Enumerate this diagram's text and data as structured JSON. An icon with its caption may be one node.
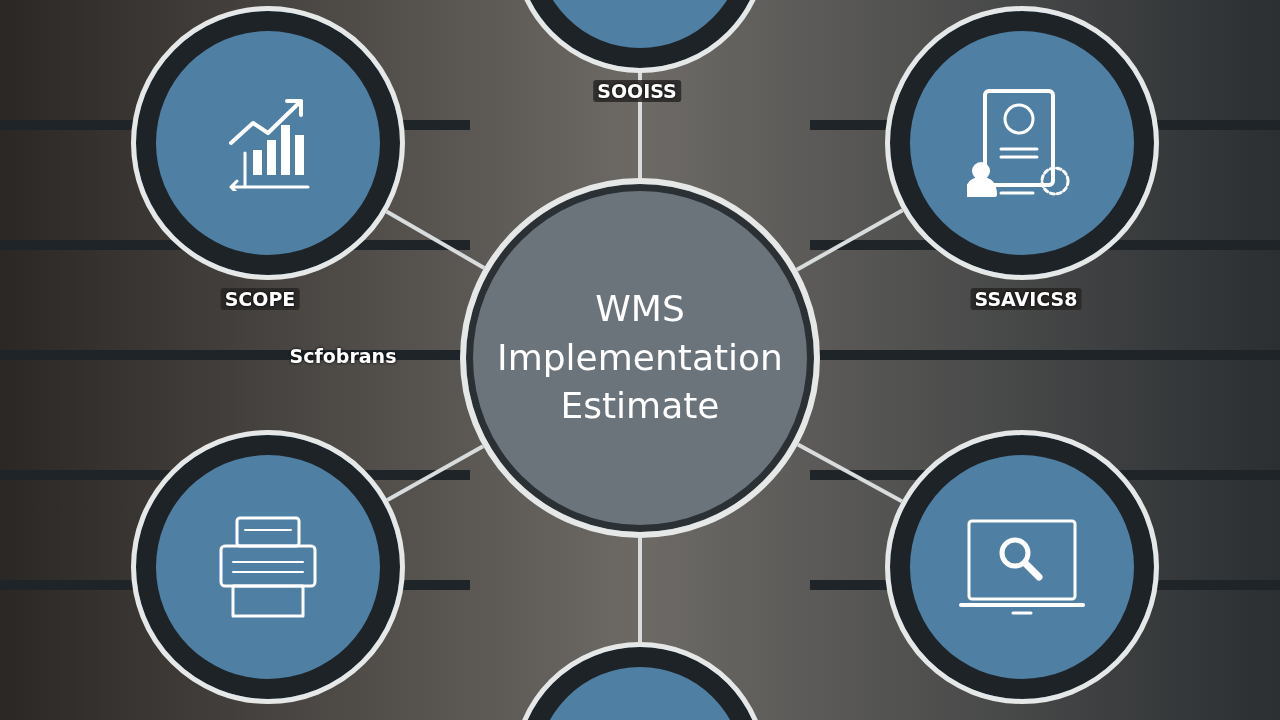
{
  "diagram": {
    "nodes": [
      {
        "text": [],
        "shape": "circle",
        "beside": [
          "SOOISS"
        ]
      },
      {
        "text": [],
        "shape": "circle",
        "beside": [
          "SCOPE"
        ]
      },
      {
        "text": [],
        "shape": "circle",
        "beside": [
          "SSAVICS8"
        ]
      },
      {
        "text": [
          "WMS Implementation Estimate"
        ]
      },
      {
        "text": [],
        "shape": "circle"
      },
      {
        "text": [],
        "shape": "circle"
      },
      {
        "text": [],
        "shape": "circle"
      }
    ],
    "edges": [
      {
        "from": 3,
        "to": 0,
        "arrow": "none"
      },
      {
        "from": 3,
        "to": 1,
        "arrow": "none"
      },
      {
        "from": 3,
        "to": 2,
        "arrow": "none"
      },
      {
        "from": 3,
        "to": 4,
        "arrow": "none"
      },
      {
        "from": 3,
        "to": 5,
        "arrow": "none"
      },
      {
        "from": 3,
        "to": 6,
        "arrow": "none"
      }
    ],
    "labels": [
      "Scfobrans"
    ]
  }
}
